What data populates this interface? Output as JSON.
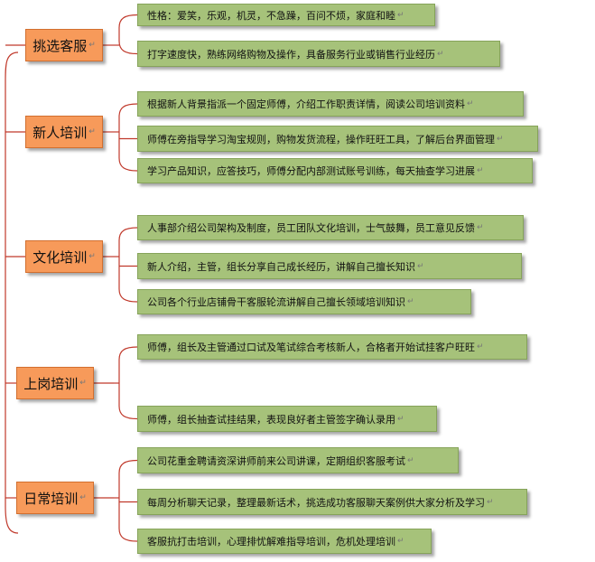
{
  "colors": {
    "category_fill": "#f79a5a",
    "leaf_fill": "#a6c27a",
    "connector": "#c0392b"
  },
  "paragraph_mark": "↵",
  "categories": [
    {
      "label": "挑选客服",
      "items": [
        "性格：爱笑，乐观，机灵，不急躁，百问不烦，家庭和睦",
        "打字速度快，熟练网络购物及操作，具备服务行业或销售行业经历"
      ]
    },
    {
      "label": "新人培训",
      "items": [
        "根据新人背景指派一个固定师傅，介绍工作职责详情，阅读公司培训资料",
        "师傅在旁指导学习淘宝规则，购物发货流程，操作旺旺工具，了解后台界面管理",
        "学习产品知识，应答技巧，师傅分配内部测试账号训练，每天抽查学习进展"
      ]
    },
    {
      "label": "文化培训",
      "items": [
        "人事部介绍公司架构及制度，员工团队文化培训，士气鼓舞，员工意见反馈",
        "新人介绍，主管，组长分享自己成长经历，讲解自己擅长知识",
        "公司各个行业店铺骨干客服轮流讲解自己擅长领域培训知识"
      ]
    },
    {
      "label": "上岗培训",
      "items": [
        "师傅，组长及主管通过口试及笔试综合考核新人，合格者开始试挂客户旺旺",
        "师傅，组长抽查试挂结果，表现良好者主管签字确认录用"
      ]
    },
    {
      "label": "日常培训",
      "items": [
        "公司花重金聘请资深讲师前来公司讲课，定期组织客服考试",
        "每周分析聊天记录，整理最新话术，挑选成功客服聊天案例供大家分析及学习",
        "客服抗打击培训，心理排忧解难指导培训，危机处理培训"
      ]
    }
  ]
}
